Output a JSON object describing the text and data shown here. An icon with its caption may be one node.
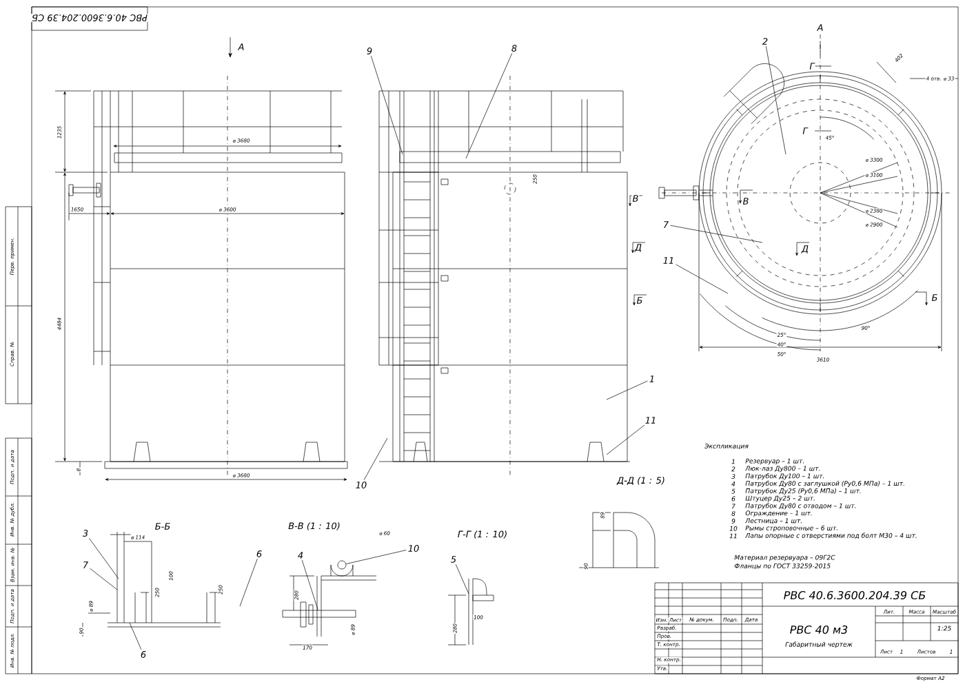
{
  "diagram": {
    "nodes": [
      {
        "text": [
          "9"
        ]
      },
      {
        "text": [
          "8"
        ]
      },
      {
        "text": [
          "2"
        ]
      },
      {
        "text": [
          "7"
        ]
      },
      {
        "text": [
          "11"
        ]
      },
      {
        "text": [
          "1"
        ]
      },
      {
        "text": [
          "11"
        ]
      },
      {
        "text": [
          "10"
        ]
      },
      {
        "text": [
          "3"
        ]
      },
      {
        "text": [
          "6"
        ]
      },
      {
        "text": [
          "4"
        ]
      },
      {
        "text": [
          "10"
        ]
      },
      {
        "text": [
          "7"
        ]
      },
      {
        "text": [
          "5"
        ]
      },
      {
        "text": [
          "6"
        ]
      },
      {
        "text": [],
        "shape": "circle"
      },
      {
        "text": [],
        "shape": "box"
      }
    ],
    "edges": [
      {
        "from": 0,
        "to": null,
        "arrow": "none"
      },
      {
        "from": 1,
        "to": null,
        "arrow": "none"
      },
      {
        "from": 2,
        "to": null,
        "arrow": "none"
      },
      {
        "from": 3,
        "to": null,
        "arrow": "none"
      },
      {
        "from": 4,
        "to": null,
        "arrow": "none"
      },
      {
        "from": 5,
        "to": null,
        "arrow": "none"
      },
      {
        "from": 6,
        "to": null,
        "arrow": "none"
      },
      {
        "from": 7,
        "to": null,
        "arrow": "none"
      },
      {
        "from": 8,
        "to": null,
        "arrow": "none"
      },
      {
        "from": 9,
        "to": null,
        "arrow": "none"
      },
      {
        "from": 10,
        "to": 16,
        "arrow": "none"
      },
      {
        "from": 11,
        "to": 15,
        "arrow": "none"
      },
      {
        "from": 12,
        "to": null,
        "arrow": "none"
      },
      {
        "from": 13,
        "to": null,
        "arrow": "none"
      },
      {
        "from": 14,
        "to": null,
        "arrow": "none"
      }
    ],
    "labels": [
      "РВС 40.6.3600.204.39 СБ",
      "А",
      "1235",
      "⌀ 3680",
      "1650",
      "⌀ 3600",
      "4484",
      "8",
      "⌀ 3680",
      "250",
      "А",
      "Г",
      "Г",
      "45°",
      "402",
      "4 отв. ⌀ 33",
      "⌀ 3300",
      "⌀ 3100",
      "⌀ 2380",
      "⌀ 2900",
      "В",
      "Д",
      "Б",
      "25°",
      "40°",
      "50°",
      "90°",
      "3610",
      "В",
      "Д",
      "Б",
      "Д-Д   (1 : 5)",
      "Б-Б",
      "В-В   (1 : 10)",
      "Г-Г   (1 : 10)",
      "⌀ 114",
      "100",
      "250",
      "⌀ 89",
      "90",
      "250",
      "⌀ 60",
      "280",
      "⌀ 89",
      "170",
      "280",
      "100",
      "89",
      "90",
      "Экспликация",
      "1",
      "Резервуар – 1 шт.",
      "2",
      "Люк-лаз Ду800 – 1 шт.",
      "3",
      "Патрубок Ду100 – 1 шт.",
      "4",
      "Патрубок Ду80 с заглушкой (Ру0,6 МПа) – 1 шт.",
      "5",
      "Патрубок Ду25 (Ру0,6 МПа) – 1 шт.",
      "6",
      "Штуцер Ду25 – 2 шт.",
      "7",
      "Патрубок Ду80 с отводом – 1 шт.",
      "8",
      "Ограждение – 1 шт.",
      "9",
      "Лестница – 1 шт.",
      "10",
      "Рымы строповочные – 6 шт.",
      "11",
      "Лапы опорные с отверстиями под болт М30 – 4 шт.",
      "Материал резервуара – 09Г2С",
      "Фланцы по ГОСТ 33259-2015",
      "РВС 40.6.3600.204.39 СБ",
      "Изм.",
      "Лист",
      "№ докум.",
      "Подп.",
      "Дата",
      "Разраб.",
      "Пров.",
      "Т. контр.",
      "Н. контр.",
      "Утв.",
      "РВС 40 м3",
      "Габаритный чертеж",
      "Лит.",
      "Масса",
      "Масштаб",
      "1:25",
      "Лист",
      "1",
      "Листов",
      "1",
      "Формат А2",
      "Перв. примен.",
      "Справ. №",
      "Подп. и дата",
      "Инв. № дубл.",
      "Взам. инв. №",
      "Подп. и дата",
      "Инв. № подл."
    ]
  }
}
